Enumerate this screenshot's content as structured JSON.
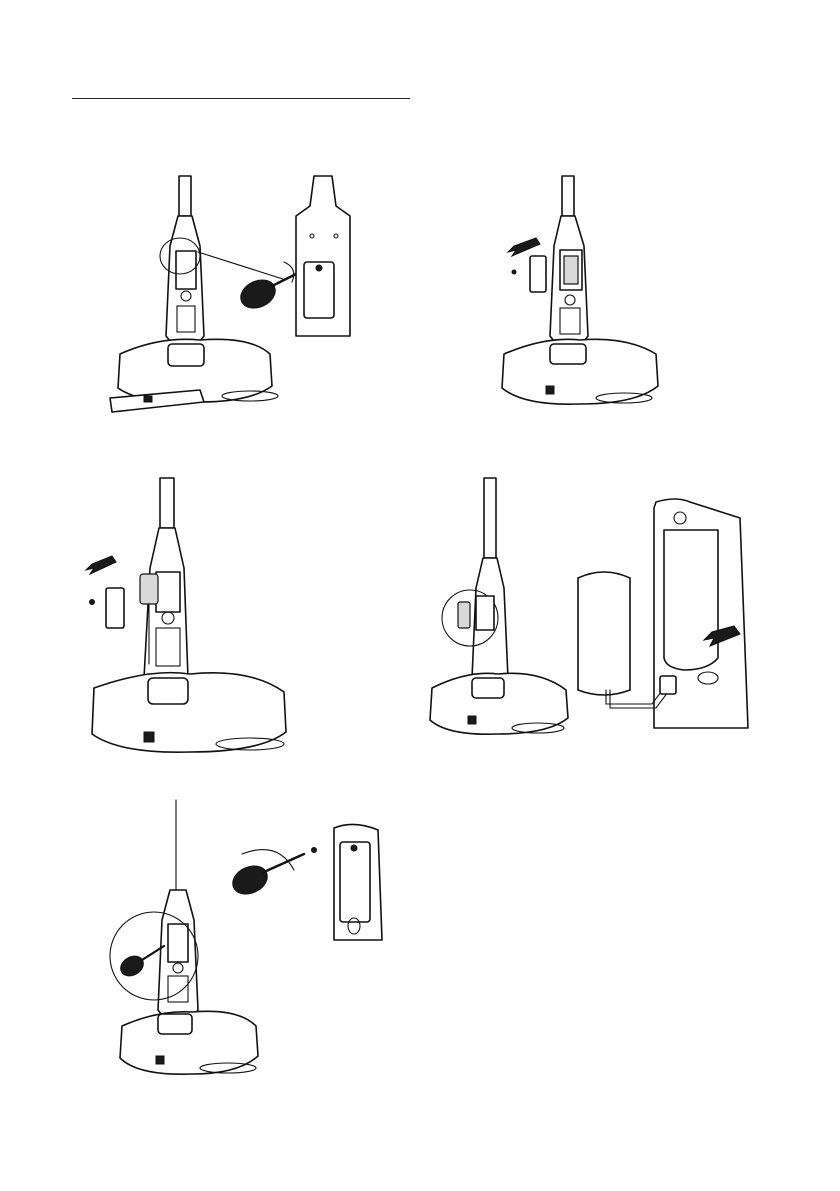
{
  "page": {
    "figures": [
      {
        "id": "step-1",
        "depicts": "remove-cover-screw"
      },
      {
        "id": "step-2",
        "depicts": "take-off-cover"
      },
      {
        "id": "step-3",
        "depicts": "pull-out-battery"
      },
      {
        "id": "step-4",
        "depicts": "connect-new-battery"
      },
      {
        "id": "step-5",
        "depicts": "refit-cover-screw"
      }
    ],
    "icons": [
      "screwdriver-icon",
      "arrow-icon",
      "battery-pack-icon",
      "mop-unit-icon"
    ]
  }
}
